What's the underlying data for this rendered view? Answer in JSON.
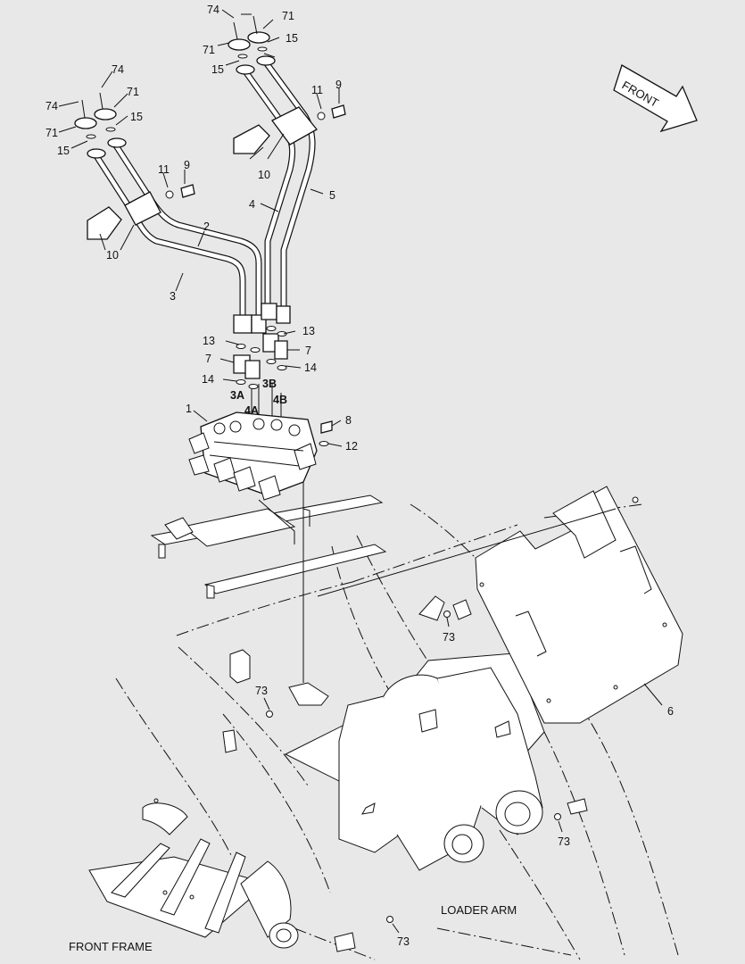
{
  "diagram": {
    "callouts": {
      "c74_top_a": "74",
      "c71_top_a": "71",
      "c71_top_b": "71",
      "c15_top_a": "15",
      "c15_top_b": "15",
      "c74_left_a": "74",
      "c74_left_b": "74",
      "c71_left_a": "71",
      "c71_left_b": "71",
      "c15_left_a": "15",
      "c15_left_b": "15",
      "c11_right": "11",
      "c9_right": "9",
      "c11_left": "11",
      "c9_left": "9",
      "c10_right": "10",
      "c10_left": "10",
      "c2": "2",
      "c3": "3",
      "c4": "4",
      "c5": "5",
      "c13_left": "13",
      "c7_left": "7",
      "c14_left": "14",
      "c13_right": "13",
      "c7_right": "7",
      "c14_right": "14",
      "c1": "1",
      "c8": "8",
      "c12": "12",
      "c6": "6",
      "c73_a": "73",
      "c73_b": "73",
      "c73_c": "73",
      "c73_d": "73"
    },
    "ports": {
      "p3a": "3A",
      "p4a": "4A",
      "p3b": "3B",
      "p4b": "4B"
    },
    "front_arrow": "FRONT",
    "captions": {
      "loader_arm": "LOADER ARM",
      "front_frame": "FRONT FRAME"
    }
  }
}
